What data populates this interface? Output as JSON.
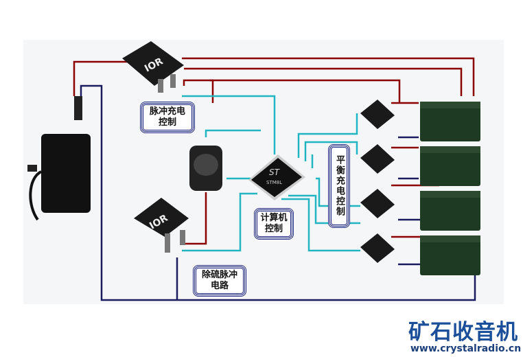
{
  "labels": {
    "pulse_charge": "脉冲充电控制",
    "computer": "计算机控制",
    "balance": "平衡充电控制",
    "desulfation": "除硫脉冲电路"
  },
  "components": {
    "igbt_mark": "IOR",
    "mcu_mark": "STM8L",
    "mcu_logo": "ST"
  },
  "watermark": {
    "title": "矿石收音机",
    "url": "www.crystalradio.cn"
  },
  "colors": {
    "red_wire": "#8b0000",
    "navy_wire": "#1a1a5e",
    "cyan_wire": "#20b5c0"
  }
}
